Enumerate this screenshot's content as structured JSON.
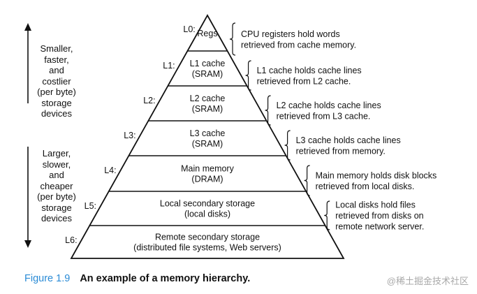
{
  "side_labels": {
    "top": "Smaller,\nfaster,\nand\ncostlier\n(per byte)\nstorage\ndevices",
    "bottom": "Larger,\nslower,\nand\ncheaper\n(per byte)\nstorage\ndevices"
  },
  "levels": [
    {
      "id": "L0:",
      "lines": [
        "Regs"
      ],
      "note": [
        "CPU registers hold words",
        "retrieved from cache memory."
      ]
    },
    {
      "id": "L1:",
      "lines": [
        "L1 cache",
        "(SRAM)"
      ],
      "note": [
        "L1 cache holds cache lines",
        "retrieved from L2 cache."
      ]
    },
    {
      "id": "L2:",
      "lines": [
        "L2 cache",
        "(SRAM)"
      ],
      "note": [
        "L2 cache holds cache lines",
        "retrieved from L3 cache."
      ]
    },
    {
      "id": "L3:",
      "lines": [
        "L3 cache",
        "(SRAM)"
      ],
      "note": [
        "L3 cache holds cache lines",
        "retrieved from memory."
      ]
    },
    {
      "id": "L4:",
      "lines": [
        "Main memory",
        "(DRAM)"
      ],
      "note": [
        "Main memory holds disk blocks",
        "retrieved from local disks."
      ]
    },
    {
      "id": "L5:",
      "lines": [
        "Local secondary storage",
        "(local disks)"
      ],
      "note": [
        "Local disks hold files",
        "retrieved from disks on",
        "remote network server."
      ]
    },
    {
      "id": "L6:",
      "lines": [
        "Remote secondary storage",
        "(distributed file systems, Web servers)"
      ],
      "note": []
    }
  ],
  "caption": {
    "number": "Figure 1.9",
    "title": "An example of a memory hierarchy."
  },
  "watermark": "@稀土掘金技术社区",
  "colors": {
    "caption_number": "#2a8bd6",
    "watermark": "#a9a9a9"
  }
}
